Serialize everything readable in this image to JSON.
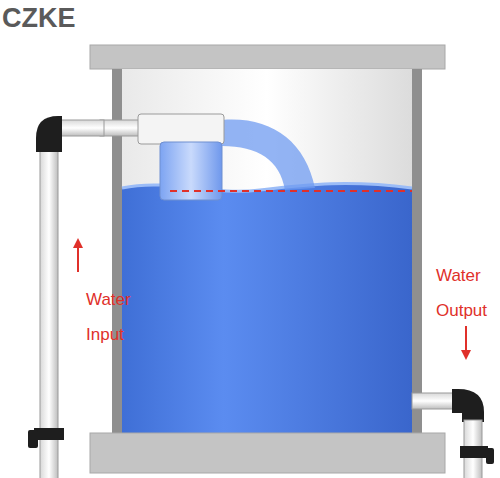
{
  "diagram": {
    "labels": [
      "CZKE",
      "Water Input",
      "Water Output"
    ]
  }
}
